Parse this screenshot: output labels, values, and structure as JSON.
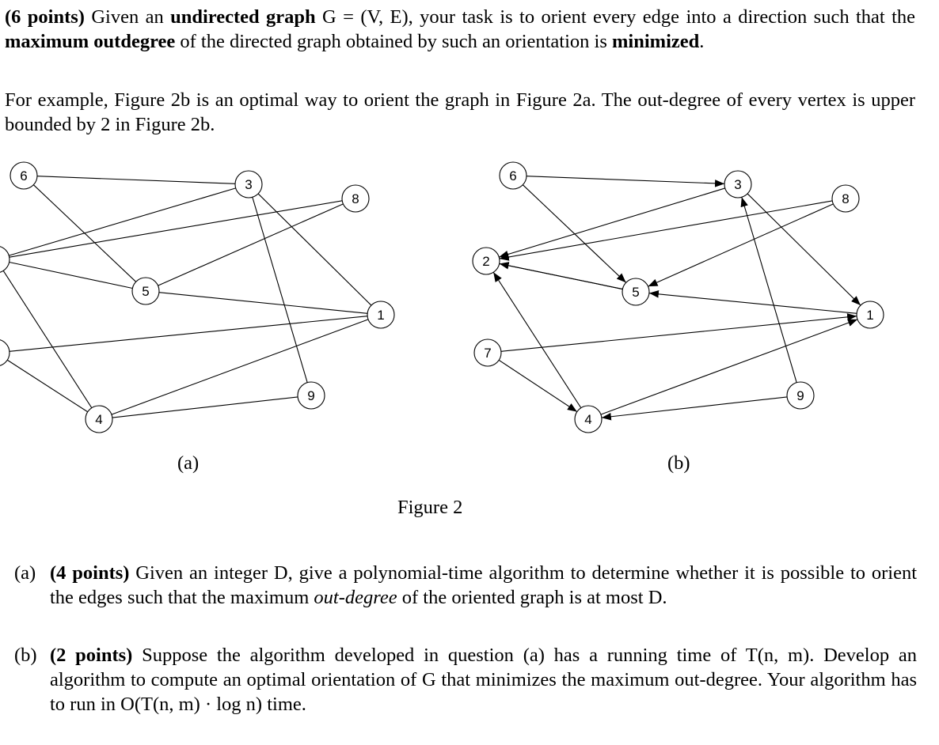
{
  "intro": {
    "points": "(6 points)",
    "t1": " Given an ",
    "b1": "undirected graph",
    "t2": " G = (V, E), your task is to orient every edge into a direction such that the ",
    "b2": "maximum outdegree",
    "t3": " of the directed graph obtained by such an orientation is ",
    "b3": "minimized",
    "t4": "."
  },
  "example": "For example, Figure 2b is an optimal way to orient the graph in Figure 2a. The out-degree of every vertex is upper bounded by 2 in Figure 2b.",
  "figure": {
    "caption": "Figure 2",
    "sub_a": "(a)",
    "sub_b": "(b)",
    "nodes": [
      "1",
      "2",
      "3",
      "4",
      "5",
      "6",
      "7",
      "8",
      "9"
    ]
  },
  "questions": {
    "a": {
      "label": "(a)",
      "points": "(4 points)",
      "t1": " Given an integer D, give a polynomial-time algorithm to determine whether it is possible to orient the edges such that the maximum ",
      "em": "out-degree",
      "t2": " of the oriented graph is at most D."
    },
    "b": {
      "label": "(b)",
      "points": "(2 points)",
      "text": " Suppose the algorithm developed in question (a) has a running time of T(n, m). Develop an algorithm to compute an optimal orientation of G that minimizes the maximum out-degree. Your algorithm has to run in O(T(n, m) · log n) time."
    }
  }
}
